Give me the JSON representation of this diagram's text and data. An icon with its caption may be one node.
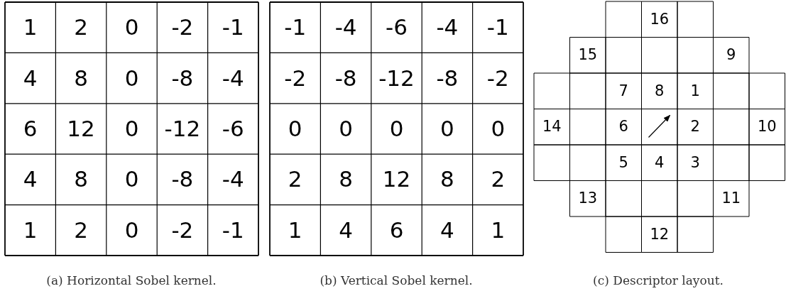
{
  "diagram": {
    "labels": [
      "1",
      "2",
      "0",
      "-2",
      "-1",
      "4",
      "8",
      "0",
      "-8",
      "-4",
      "6",
      "12",
      "0",
      "-12",
      "-6",
      "4",
      "8",
      "0",
      "-8",
      "-4",
      "1",
      "2",
      "0",
      "-2",
      "-1",
      "-1",
      "-4",
      "-6",
      "-4",
      "-1",
      "-2",
      "-8",
      "-12",
      "-8",
      "-2",
      "0",
      "0",
      "0",
      "0",
      "0",
      "2",
      "8",
      "12",
      "8",
      "2",
      "1",
      "4",
      "6",
      "4",
      "1",
      "16",
      "15",
      "9",
      "7",
      "8",
      "1",
      "14",
      "6",
      "2",
      "10",
      "5",
      "4",
      "3",
      "13",
      "11",
      "12",
      "(a) Horizontal Sobel kernel.",
      "(b) Vertical Sobel kernel.",
      "(c) Descriptor layout."
    ]
  }
}
